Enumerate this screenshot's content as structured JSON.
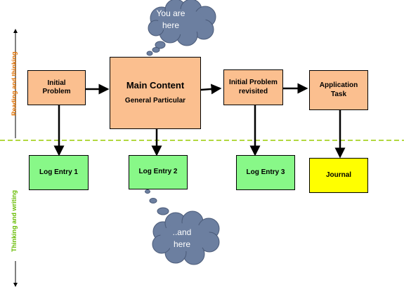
{
  "side_labels": {
    "upper": "Reading and thinking",
    "lower": "Thinking and writing"
  },
  "boxes": {
    "initial_problem": "Initial Problem",
    "main_content_title": "Main Content",
    "main_content_sub": "General Particular",
    "initial_problem_revisited": "Initial Problem revisited",
    "application_task": "Application Task",
    "log_entry_1": "Log Entry 1",
    "log_entry_2": "Log Entry 2",
    "log_entry_3": "Log Entry 3",
    "journal": "Journal"
  },
  "clouds": {
    "top_line1": "You are",
    "top_line2": "here",
    "bottom_line1": "..and",
    "bottom_line2": "here"
  },
  "colors": {
    "orange_box": "#FBBF8F",
    "green_box": "#88F888",
    "yellow_box": "#FFFF00",
    "cloud": "#6C7FA0",
    "divider": "#99CC00",
    "upper_label": "#E07000",
    "lower_label": "#66BB00"
  }
}
